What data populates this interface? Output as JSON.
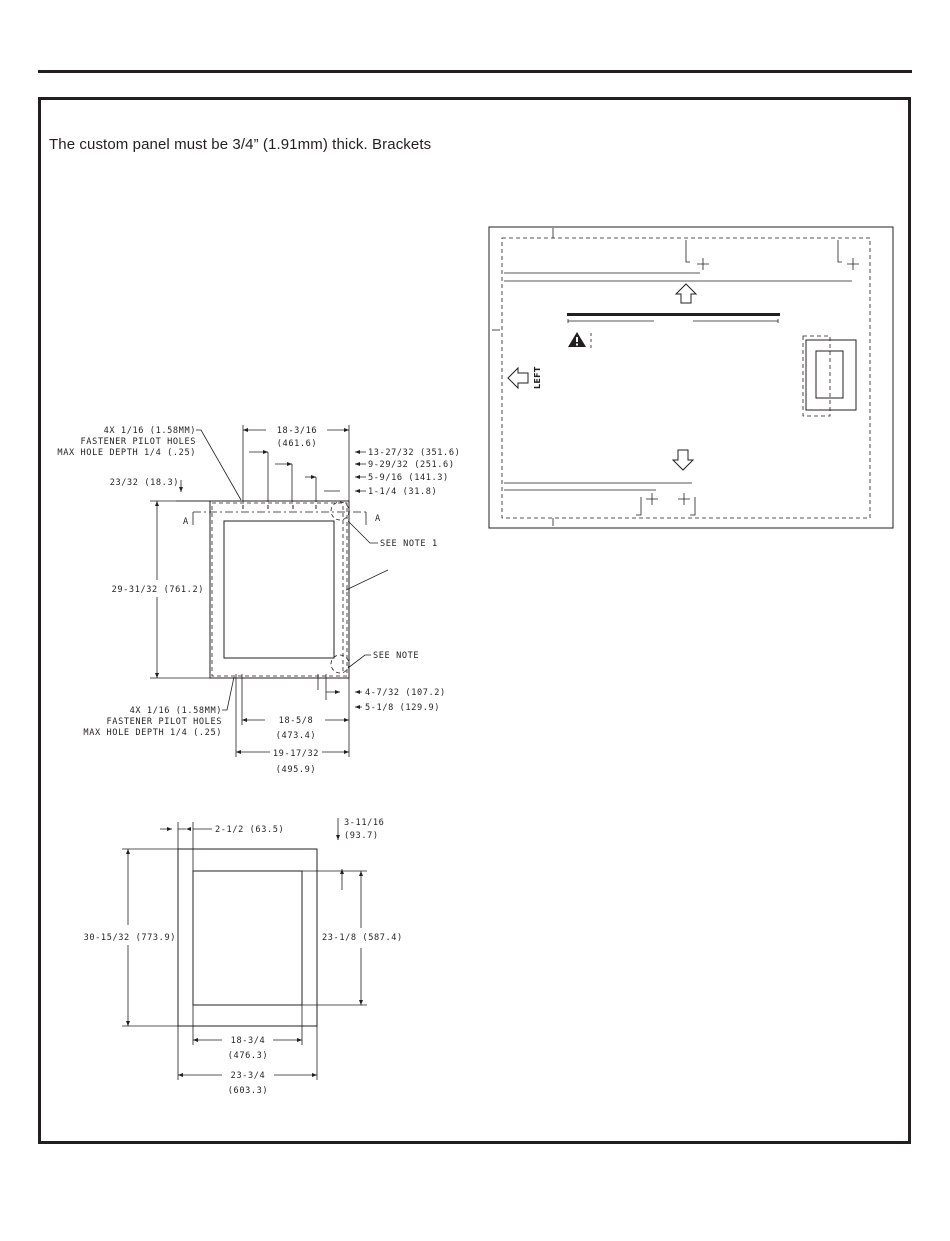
{
  "intro": {
    "text": "The custom panel must be 3/4” (1.91mm) thick. Brackets"
  },
  "front_panel_diagram": {
    "labels": {
      "upper_holes_line1": "4X 1/16 (1.58MM)",
      "upper_holes_line2": "FASTENER PILOT HOLES",
      "upper_holes_line3": "MAX HOLE DEPTH 1/4 (.25)",
      "width_top": "18-3/16",
      "width_top_mm": "(461.6)",
      "right_1": "13-27/32 (351.6)",
      "right_2": "9-29/32 (251.6)",
      "right_3": "5-9/16 (141.3)",
      "right_4": "1-1/4 (31.8)",
      "top_offset": "23/32 (18.3)",
      "section_a_left": "A",
      "section_a_right": "A",
      "see_note_1": "SEE NOTE 1",
      "height": "29-31/32 (761.2)",
      "see_note": "SEE NOTE",
      "lower_holes_line1": "4X 1/16 (1.58MM)",
      "lower_holes_line2": "FASTENER PILOT HOLES",
      "lower_holes_line3": "MAX HOLE DEPTH 1/4 (.25)",
      "bottom_right_1": "4-7/32 (107.2)",
      "bottom_right_2": "5-1/8 (129.9)",
      "width_mid": "18-5/8",
      "width_mid_mm": "(473.4)",
      "width_outer": "19-17/32",
      "width_outer_mm": "(495.9)"
    }
  },
  "cutout_diagram": {
    "labels": {
      "left_margin": "2-1/2 (63.5)",
      "top_margin": "3-11/16",
      "top_margin_mm": "(93.7)",
      "height": "30-15/32 (773.9)",
      "inner_height": "23-1/8 (587.4)",
      "inner_width": "18-3/4",
      "inner_width_mm": "(476.3)",
      "outer_width": "23-3/4",
      "outer_width_mm": "(603.3)"
    }
  },
  "template_diagram": {
    "labels": {
      "left_arrow": "LEFT"
    },
    "icons": [
      "up-arrow-icon",
      "down-arrow-icon",
      "left-arrow-icon",
      "warning-icon"
    ]
  }
}
